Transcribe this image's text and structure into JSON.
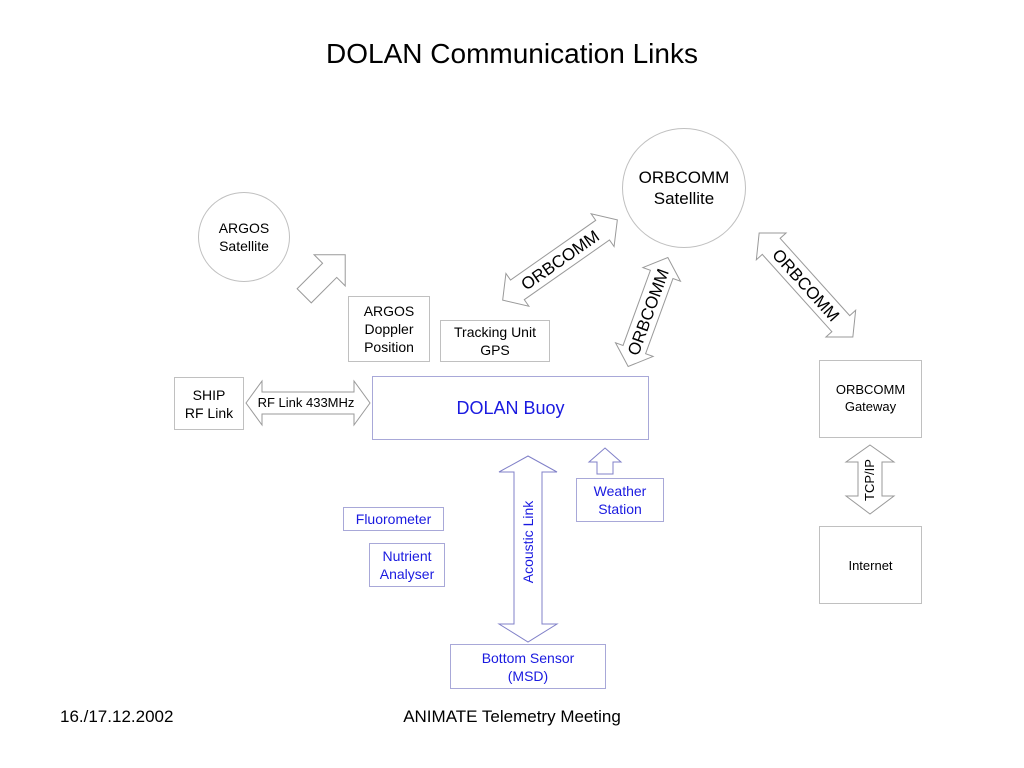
{
  "title": "DOLAN Communication Links",
  "nodes": {
    "orbcomm_satellite": "ORBCOMM\nSatellite",
    "argos_satellite": "ARGOS\nSatellite",
    "argos_doppler": "ARGOS\nDoppler\nPosition",
    "tracking_unit": "Tracking Unit\nGPS",
    "ship": "SHIP\nRF Link",
    "dolan_buoy": "DOLAN Buoy",
    "orbcomm_gateway": "ORBCOMM\nGateway",
    "internet": "Internet",
    "weather_station": "Weather\nStation",
    "fluorometer": "Fluorometer",
    "nutrient_analyser": "Nutrient\nAnalyser",
    "bottom_sensor": "Bottom Sensor\n(MSD)"
  },
  "links": {
    "orbcomm_1": "ORBCOMM",
    "orbcomm_2": "ORBCOMM",
    "orbcomm_3": "ORBCOMM",
    "rf_link": "RF Link 433MHz",
    "tcp_ip": "TCP/IP",
    "acoustic": "Acoustic Link"
  },
  "footer": {
    "date": "16./17.12.2002",
    "meeting": "ANIMATE Telemetry Meeting"
  }
}
